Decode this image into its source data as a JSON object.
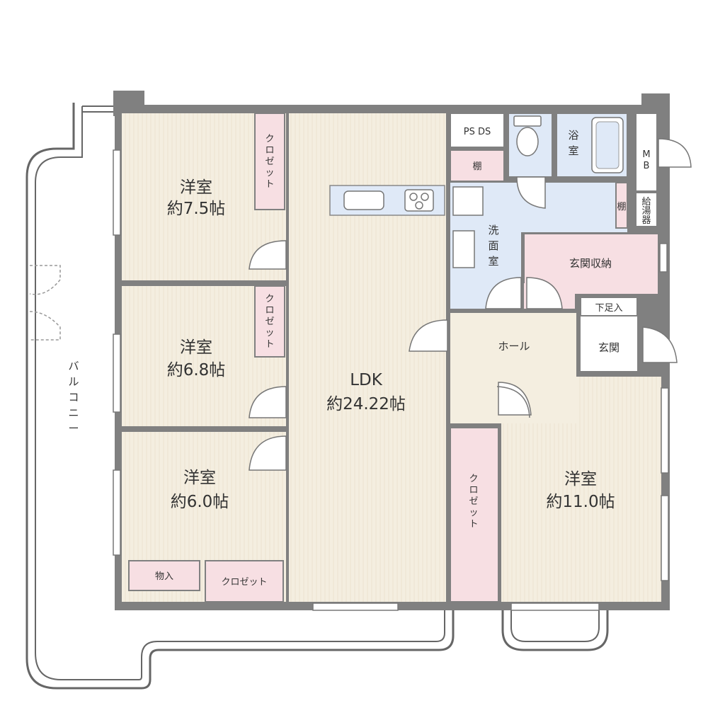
{
  "colors": {
    "wall": "#808080",
    "floor_wood": "#f4eee0",
    "closet": "#f7dfe3",
    "wet_area": "#dfe9f7",
    "hall": "#f4eee0",
    "white": "#ffffff",
    "text": "#333333"
  },
  "rooms": {
    "western_1": {
      "name": "洋室",
      "size": "約7.5帖"
    },
    "western_2": {
      "name": "洋室",
      "size": "約6.8帖"
    },
    "western_3": {
      "name": "洋室",
      "size": "約6.0帖"
    },
    "western_4": {
      "name": "洋室",
      "size": "約11.0帖"
    },
    "ldk": {
      "name": "LDK",
      "size": "約24.22帖"
    },
    "washroom": {
      "chars": [
        "洗",
        "面",
        "室"
      ]
    },
    "bath": {
      "chars": [
        "浴",
        "室"
      ]
    },
    "entrance_storage": {
      "name": "玄関収納"
    },
    "hall": {
      "name": "ホール"
    },
    "entrance": {
      "name": "玄関"
    },
    "shoe_box": {
      "name": "下足入"
    },
    "storage": {
      "name": "物入"
    },
    "closet_bottom": {
      "name": "クロゼット"
    }
  },
  "closet_vertical_chars": [
    "ク",
    "ロ",
    "ゼ",
    "ッ",
    "ト"
  ],
  "balcony_chars": [
    "バ",
    "ル",
    "コ",
    "ニ",
    "ー"
  ],
  "ps_ds": "PS DS",
  "mb_chars": [
    "M",
    "B"
  ],
  "water_heater_chars": [
    "給",
    "湯",
    "器"
  ],
  "shelf": "棚"
}
